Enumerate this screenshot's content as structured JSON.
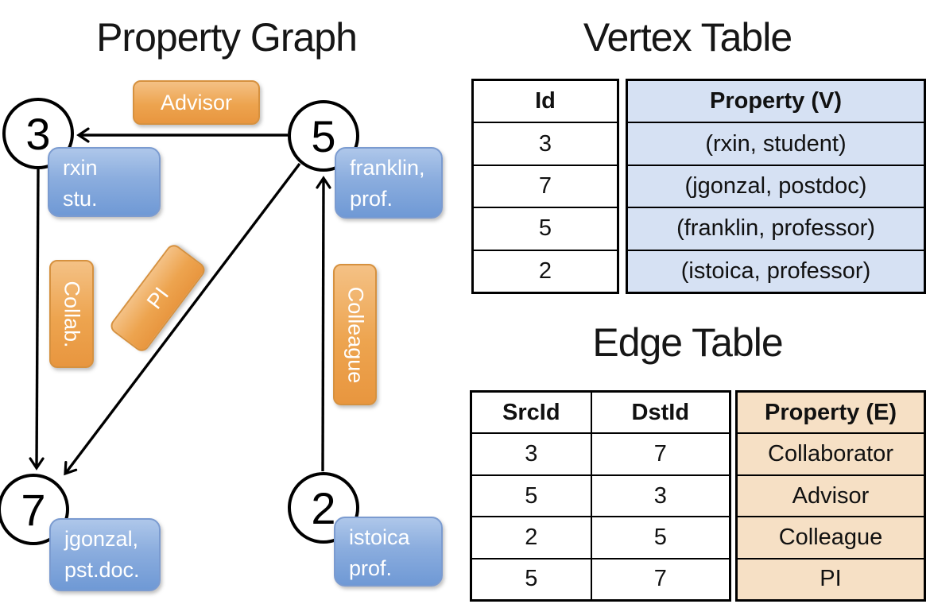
{
  "graph": {
    "title": "Property Graph",
    "vertices": [
      {
        "id": "3",
        "prop_lines": [
          "rxin",
          "stu."
        ]
      },
      {
        "id": "5",
        "prop_lines": [
          "franklin,",
          "prof."
        ]
      },
      {
        "id": "7",
        "prop_lines": [
          "jgonzal,",
          "pst.doc."
        ]
      },
      {
        "id": "2",
        "prop_lines": [
          "istoica",
          "prof."
        ]
      }
    ],
    "edge_labels": [
      "Advisor",
      "Collab.",
      "PI",
      "Colleague"
    ]
  },
  "vertex_table": {
    "title": "Vertex Table",
    "columns": [
      "Id",
      "Property (V)"
    ],
    "rows": [
      [
        "3",
        "(rxin, student)"
      ],
      [
        "7",
        "(jgonzal, postdoc)"
      ],
      [
        "5",
        "(franklin, professor)"
      ],
      [
        "2",
        "(istoica, professor)"
      ]
    ]
  },
  "edge_table": {
    "title": "Edge Table",
    "columns": [
      "SrcId",
      "DstId",
      "Property (E)"
    ],
    "rows": [
      [
        "3",
        "7",
        "Collaborator"
      ],
      [
        "5",
        "3",
        "Advisor"
      ],
      [
        "2",
        "5",
        "Colleague"
      ],
      [
        "5",
        "7",
        "PI"
      ]
    ]
  },
  "colors": {
    "edge_label_fill": "#ECA24F",
    "vertex_label_fill": "#7E9FD8",
    "vertex_table_property_bg": "#D6E1F3",
    "edge_table_property_bg": "#F6E0C5",
    "line": "#000000"
  }
}
